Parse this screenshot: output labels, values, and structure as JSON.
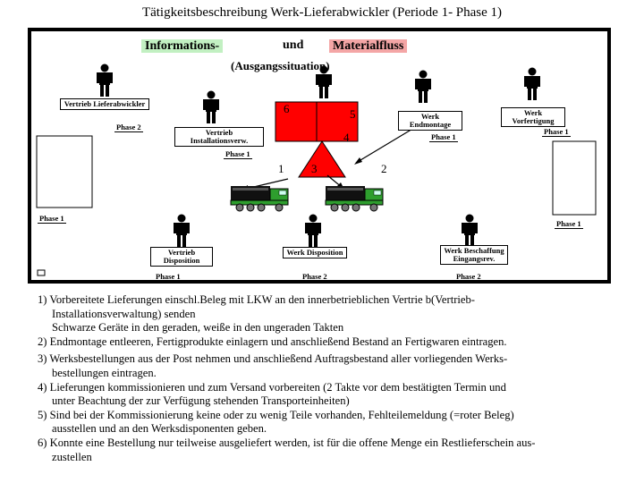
{
  "title": "Tätigkeitsbeschreibung Werk-Lieferabwickler (Periode 1- Phase 1)",
  "heading": {
    "info": "Informations-",
    "und": "und",
    "material": "Materialfluss",
    "subtitle": "(Ausgangssituation)"
  },
  "roles": {
    "vertrieb_lieferabwickler": "Vertrieb Lieferabwickler",
    "vertrieb_installation": "Vertrieb Installationsverw.",
    "werk_endmontage": "Werk Endmontage",
    "werk_vorfertigung": "Werk Vorfertigung",
    "vertrieb_disposition": "Vertrieb Disposition",
    "werk_disposition": "Werk Disposition",
    "werk_beschaffung": "Werk Beschaffung Eingangsrev."
  },
  "phases": {
    "p2_top_left": "Phase 2",
    "p1_installation": "Phase 1",
    "p1_endmontage": "Phase 1",
    "p1_vorfertigung": "Phase 1",
    "p1_left": "Phase 1",
    "p1_right": "Phase 1",
    "p1_bottom_left": "Phase 1",
    "p2_bottom_mid": "Phase 2",
    "p2_bottom_right": "Phase 2"
  },
  "numbers": [
    "6",
    "5",
    "4",
    "1",
    "3",
    "2"
  ],
  "colors": {
    "red": "#ff0000",
    "truck_cab": "#2e9e2e",
    "info_highlight": "#c2f0c2",
    "material_highlight": "#f4a6a6"
  },
  "notes": [
    "1) Vorbereitete Lieferungen einschl.Beleg mit LKW an den innerbetrieblichen Vertrie b(Vertrieb-",
    "Installationsverwaltung) senden",
    "Schwarze Geräte in den geraden, weiße in den ungeraden Takten",
    "2) Endmontage entleeren, Fertigprodukte einlagern und anschließend Bestand an Fertigwaren eintragen.",
    "3) Werksbestellungen aus der Post nehmen und anschließend Auftragsbestand aller vorliegenden Werks-",
    "bestellungen eintragen.",
    "4) Lieferungen kommissionieren und zum Versand vorbereiten (2 Takte vor dem bestätigten Termin und",
    "unter Beachtung der zur Verfügung stehenden Transporteinheiten)",
    "5) Sind bei der Kommissionierung keine oder zu wenig Teile vorhanden, Fehlteilemeldung (=roter Beleg)",
    "ausstellen und an den Werksdisponenten geben.",
    "6) Konnte eine Bestellung nur teilweise ausgeliefert werden, ist für die offene Menge ein Restlieferschein aus-",
    "zustellen"
  ]
}
